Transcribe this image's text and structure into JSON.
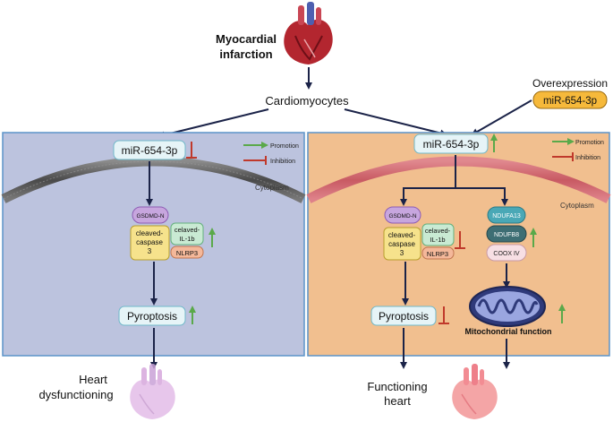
{
  "top": {
    "event_line1": "Myocardial",
    "event_line2": "infarction",
    "cells_label": "Cardiomyocytes",
    "overexpression_label": "Overexpression",
    "overexpression_mirna": "miR-654-3p"
  },
  "left_panel": {
    "mirna_label": "miR-654-3p",
    "cytoplasm_label": "Cytoplasm",
    "legend": {
      "promotion_label": "Promotion",
      "inhibition_label": "Inhibition"
    },
    "gsdmd_label": "GSDMD-N",
    "caspase_line1": "cleaved-",
    "caspase_line2": "caspase",
    "caspase_line3": "3",
    "il1b_line1": "celaved-",
    "il1b_line2": "IL-1b",
    "nlrp3_label": "NLRP3",
    "pyroptosis_label": "Pyroptosis",
    "outcome_line1": "Heart",
    "outcome_line2": "dysfunctioning"
  },
  "right_panel": {
    "mirna_label": "miR-654-3p",
    "cytoplasm_label": "Cytoplasm",
    "legend": {
      "promotion_label": "Promotion",
      "inhibition_label": "Inhibition"
    },
    "gsdmd_label": "GSDMD-N",
    "caspase_line1": "cleaved-",
    "caspase_line2": "caspase",
    "caspase_line3": "3",
    "il1b_line1": "celaved-",
    "il1b_line2": "IL-1b",
    "nlrp3_label": "NLRP3",
    "ndufa13_label": "NDUFA13",
    "ndufb8_label": "NDUFB8",
    "cox4_label": "COOX IV",
    "pyroptosis_label": "Pyroptosis",
    "mito_label": "Mitochondrial function",
    "outcome_line1": "Functioning",
    "outcome_line2": "heart"
  },
  "colors": {
    "left_bg": "#bcc3de",
    "right_bg": "#f1bf8f",
    "promotion": "#5aa94a",
    "inhibition": "#c0392b",
    "arrow": "#1b2348",
    "node_fill": "#e6f4f7",
    "node_stroke": "#6fb8c9"
  },
  "icons": {
    "top_heart": "anatomical-heart-icon",
    "left_heart": "faded-heart-icon",
    "right_heart": "pink-heart-icon",
    "mitochondrion": "mitochondrion-icon"
  }
}
